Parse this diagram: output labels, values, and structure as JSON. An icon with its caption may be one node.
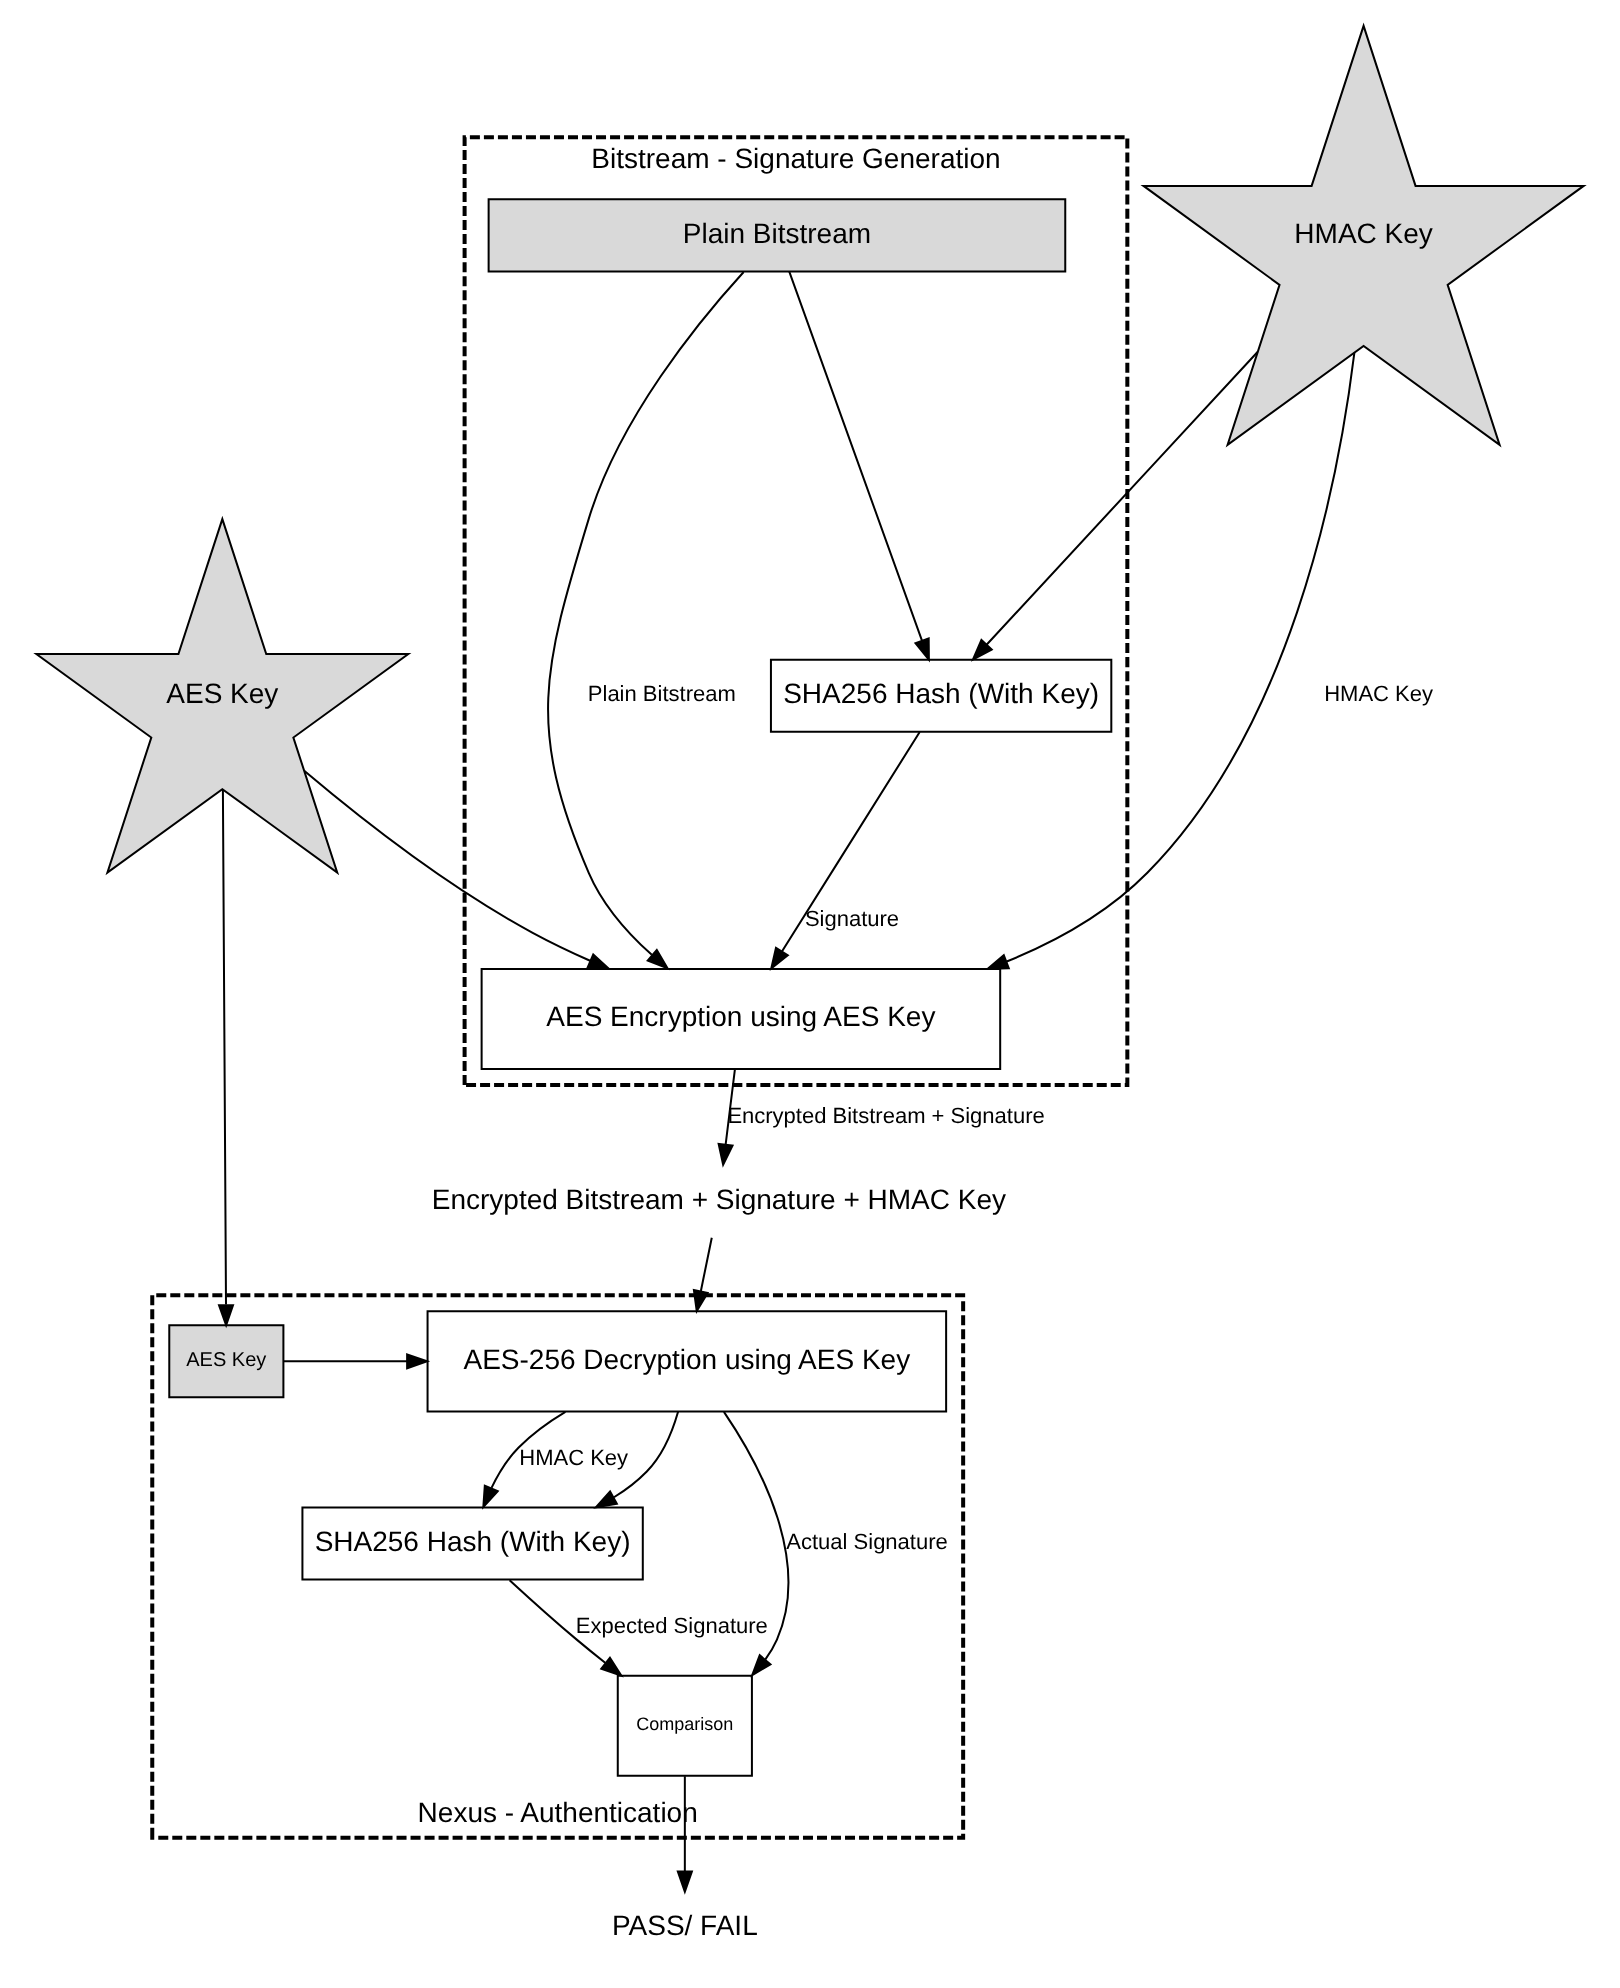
{
  "diagram": {
    "nodes": [
      {
        "text": [
          "Bitstream - Signature Generation"
        ]
      },
      {
        "text": [
          "Plain Bitstream"
        ],
        "in": 0
      },
      {
        "text": [
          "SHA256 Hash (With Key)"
        ],
        "in": 0
      },
      {
        "text": [
          "AES Encryption using AES Key"
        ],
        "in": 0
      },
      {
        "text": [
          "HMAC Key"
        ]
      },
      {
        "text": [
          "AES Key"
        ]
      },
      {
        "text": [
          "Encrypted Bitstream + Signature + HMAC Key"
        ]
      },
      {
        "text": [
          "Nexus - Authentication"
        ]
      },
      {
        "text": [
          "AES Key"
        ],
        "in": 7
      },
      {
        "text": [
          "AES-256 Decryption using AES Key"
        ],
        "in": 7
      },
      {
        "text": [
          "SHA256 Hash (With Key)"
        ],
        "in": 7
      },
      {
        "text": [
          "Comparison"
        ],
        "in": 7
      },
      {
        "text": [
          "PASS/ FAIL"
        ]
      }
    ],
    "edges": [
      {
        "from": 1,
        "to": 2,
        "arrow": "to"
      },
      {
        "from": 4,
        "to": 2,
        "arrow": "to"
      },
      {
        "from": 4,
        "to": 3,
        "arrow": "to",
        "label": "HMAC Key"
      },
      {
        "from": 2,
        "to": 3,
        "arrow": "to",
        "label": "Signature"
      },
      {
        "from": 1,
        "to": 3,
        "arrow": "to",
        "label": "Plain Bitstream"
      },
      {
        "from": 5,
        "to": 3,
        "arrow": "to"
      },
      {
        "from": 3,
        "to": 6,
        "arrow": "to",
        "label": "Encrypted Bitstream + Signature"
      },
      {
        "from": 6,
        "to": 9,
        "arrow": "to"
      },
      {
        "from": 5,
        "to": 8,
        "arrow": "to"
      },
      {
        "from": 8,
        "to": 9,
        "arrow": "to"
      },
      {
        "from": 9,
        "to": 10,
        "arrow": "to"
      },
      {
        "from": 9,
        "to": 10,
        "arrow": "to",
        "label": "HMAC Key"
      },
      {
        "from": 9,
        "to": 11,
        "arrow": "to",
        "label": "Actual Signature"
      },
      {
        "from": 10,
        "to": 11,
        "arrow": "to",
        "label": "Expected Signature"
      },
      {
        "from": 11,
        "to": 12,
        "arrow": "to"
      }
    ]
  }
}
